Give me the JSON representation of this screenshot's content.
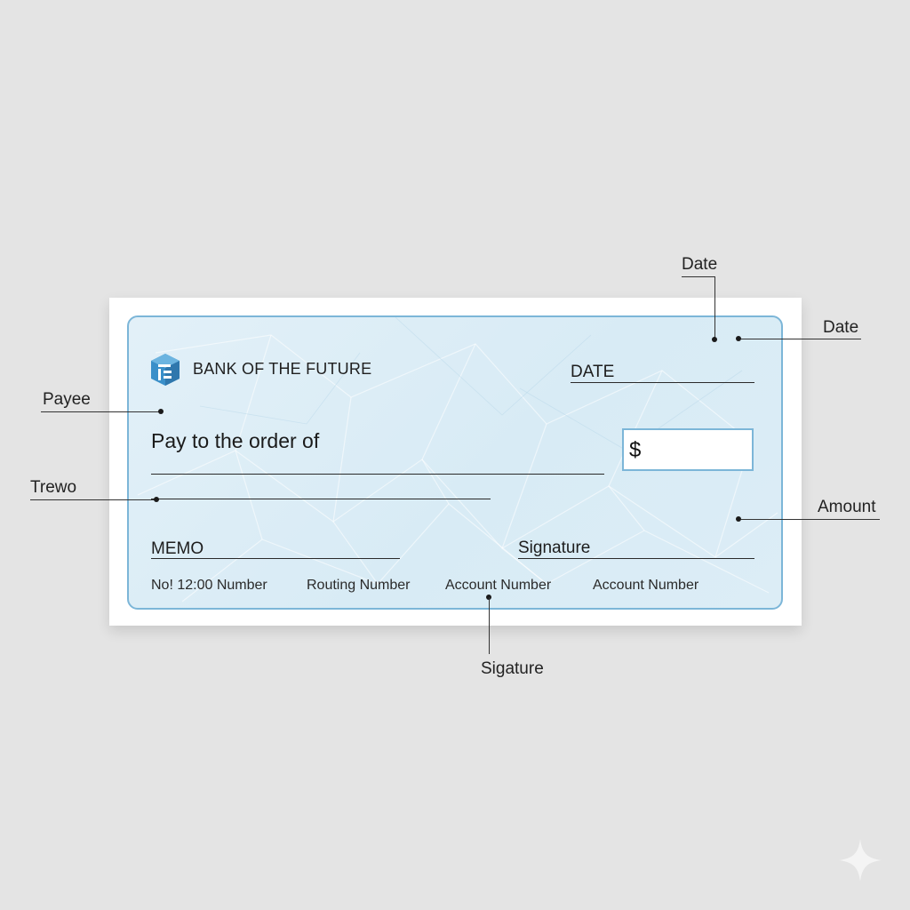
{
  "cheque": {
    "bank_name": "BANK OF THE FUTURE",
    "date_label": "DATE",
    "pay_to_label": "Pay to the order of",
    "currency_symbol": "$",
    "memo_label": "MEMO",
    "signature_label": "Signature",
    "micr_fields": [
      "No! 12:00 Number",
      "Routing Number",
      "Account Number",
      "Account Number"
    ]
  },
  "callouts": {
    "date_top": "Date",
    "date_right": "Date",
    "payee": "Payee",
    "trewo": "Trewo",
    "amount": "Amount",
    "sigature": "Sigature"
  },
  "colors": {
    "page_background": "#e4e4e4",
    "cheque_paper": "#ffffff",
    "cheque_face": "#dcedf6",
    "cheque_border": "#7cb6d8",
    "logo_blue": "#3a8fc9"
  },
  "icons": {
    "bank_logo": "bank-logo-icon",
    "corner_mark": "sparkle-icon"
  }
}
